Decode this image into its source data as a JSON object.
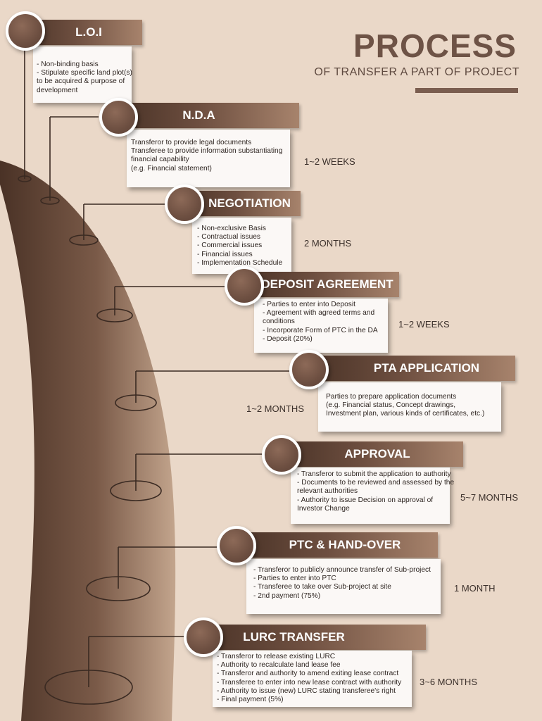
{
  "title": {
    "main": "PROCESS",
    "subtitle": "OF TRANSFER A PART OF PROJECT"
  },
  "colors": {
    "background": "#ead8c8",
    "road_dark": "#5a3f31",
    "road_light": "#b89a82",
    "banner_dark": "#4a3327",
    "banner_light": "#a7836c",
    "title": "#6e5346"
  },
  "steps": [
    {
      "title": "L.O.I",
      "lines": [
        "- Non-binding basis",
        "- Stipulate specific land plot(s)",
        "to be acquired & purpose of",
        "development"
      ],
      "duration": ""
    },
    {
      "title": "N.D.A",
      "lines": [
        "Transferor to provide legal documents",
        "Transferee to provide information substantiating",
        "financial capability",
        "(e.g. Financial statement)"
      ],
      "duration": "1~2 WEEKS"
    },
    {
      "title": "NEGOTIATION",
      "lines": [
        "- Non-exclusive Basis",
        "- Contractual issues",
        "- Commercial issues",
        "- Financial issues",
        "- Implementation Schedule"
      ],
      "duration": "2 MONTHS"
    },
    {
      "title": "DEPOSIT AGREEMENT",
      "lines": [
        "- Parties to enter into Deposit",
        "- Agreement  with agreed terms and",
        "conditions",
        "- Incorporate Form of PTC in the DA",
        "- Deposit (20%)"
      ],
      "duration": "1~2 WEEKS"
    },
    {
      "title": "PTA APPLICATION",
      "lines": [
        "Parties to prepare application documents",
        "(e.g. Financial status, Concept drawings,",
        "Investment plan, various kinds of certificates, etc.)"
      ],
      "duration": "1~2 MONTHS"
    },
    {
      "title": "APPROVAL",
      "lines": [
        "- Transferor to submit the application to authority",
        "- Documents to be reviewed and assessed by the",
        "relevant authorities",
        "- Authority to issue Decision on approval of",
        "Investor Change"
      ],
      "duration": "5~7 MONTHS"
    },
    {
      "title": "PTC & HAND-OVER",
      "lines": [
        "- Transferor to publicly announce transfer of Sub-project",
        "- Parties to enter into PTC",
        "- Transferee to take over Sub-project at site",
        "- 2nd payment (75%)"
      ],
      "duration": "1 MONTH"
    },
    {
      "title": "LURC TRANSFER",
      "lines": [
        "- Transferor to release existing  LURC",
        "- Authority to recalculate land lease fee",
        "- Transferor and authority to amend exiting lease contract",
        "- Transferee to enter into new lease contract with authority",
        "- Authority to issue (new) LURC stating transferee's right",
        "- Final payment (5%)"
      ],
      "duration": "3~6 MONTHS"
    }
  ]
}
